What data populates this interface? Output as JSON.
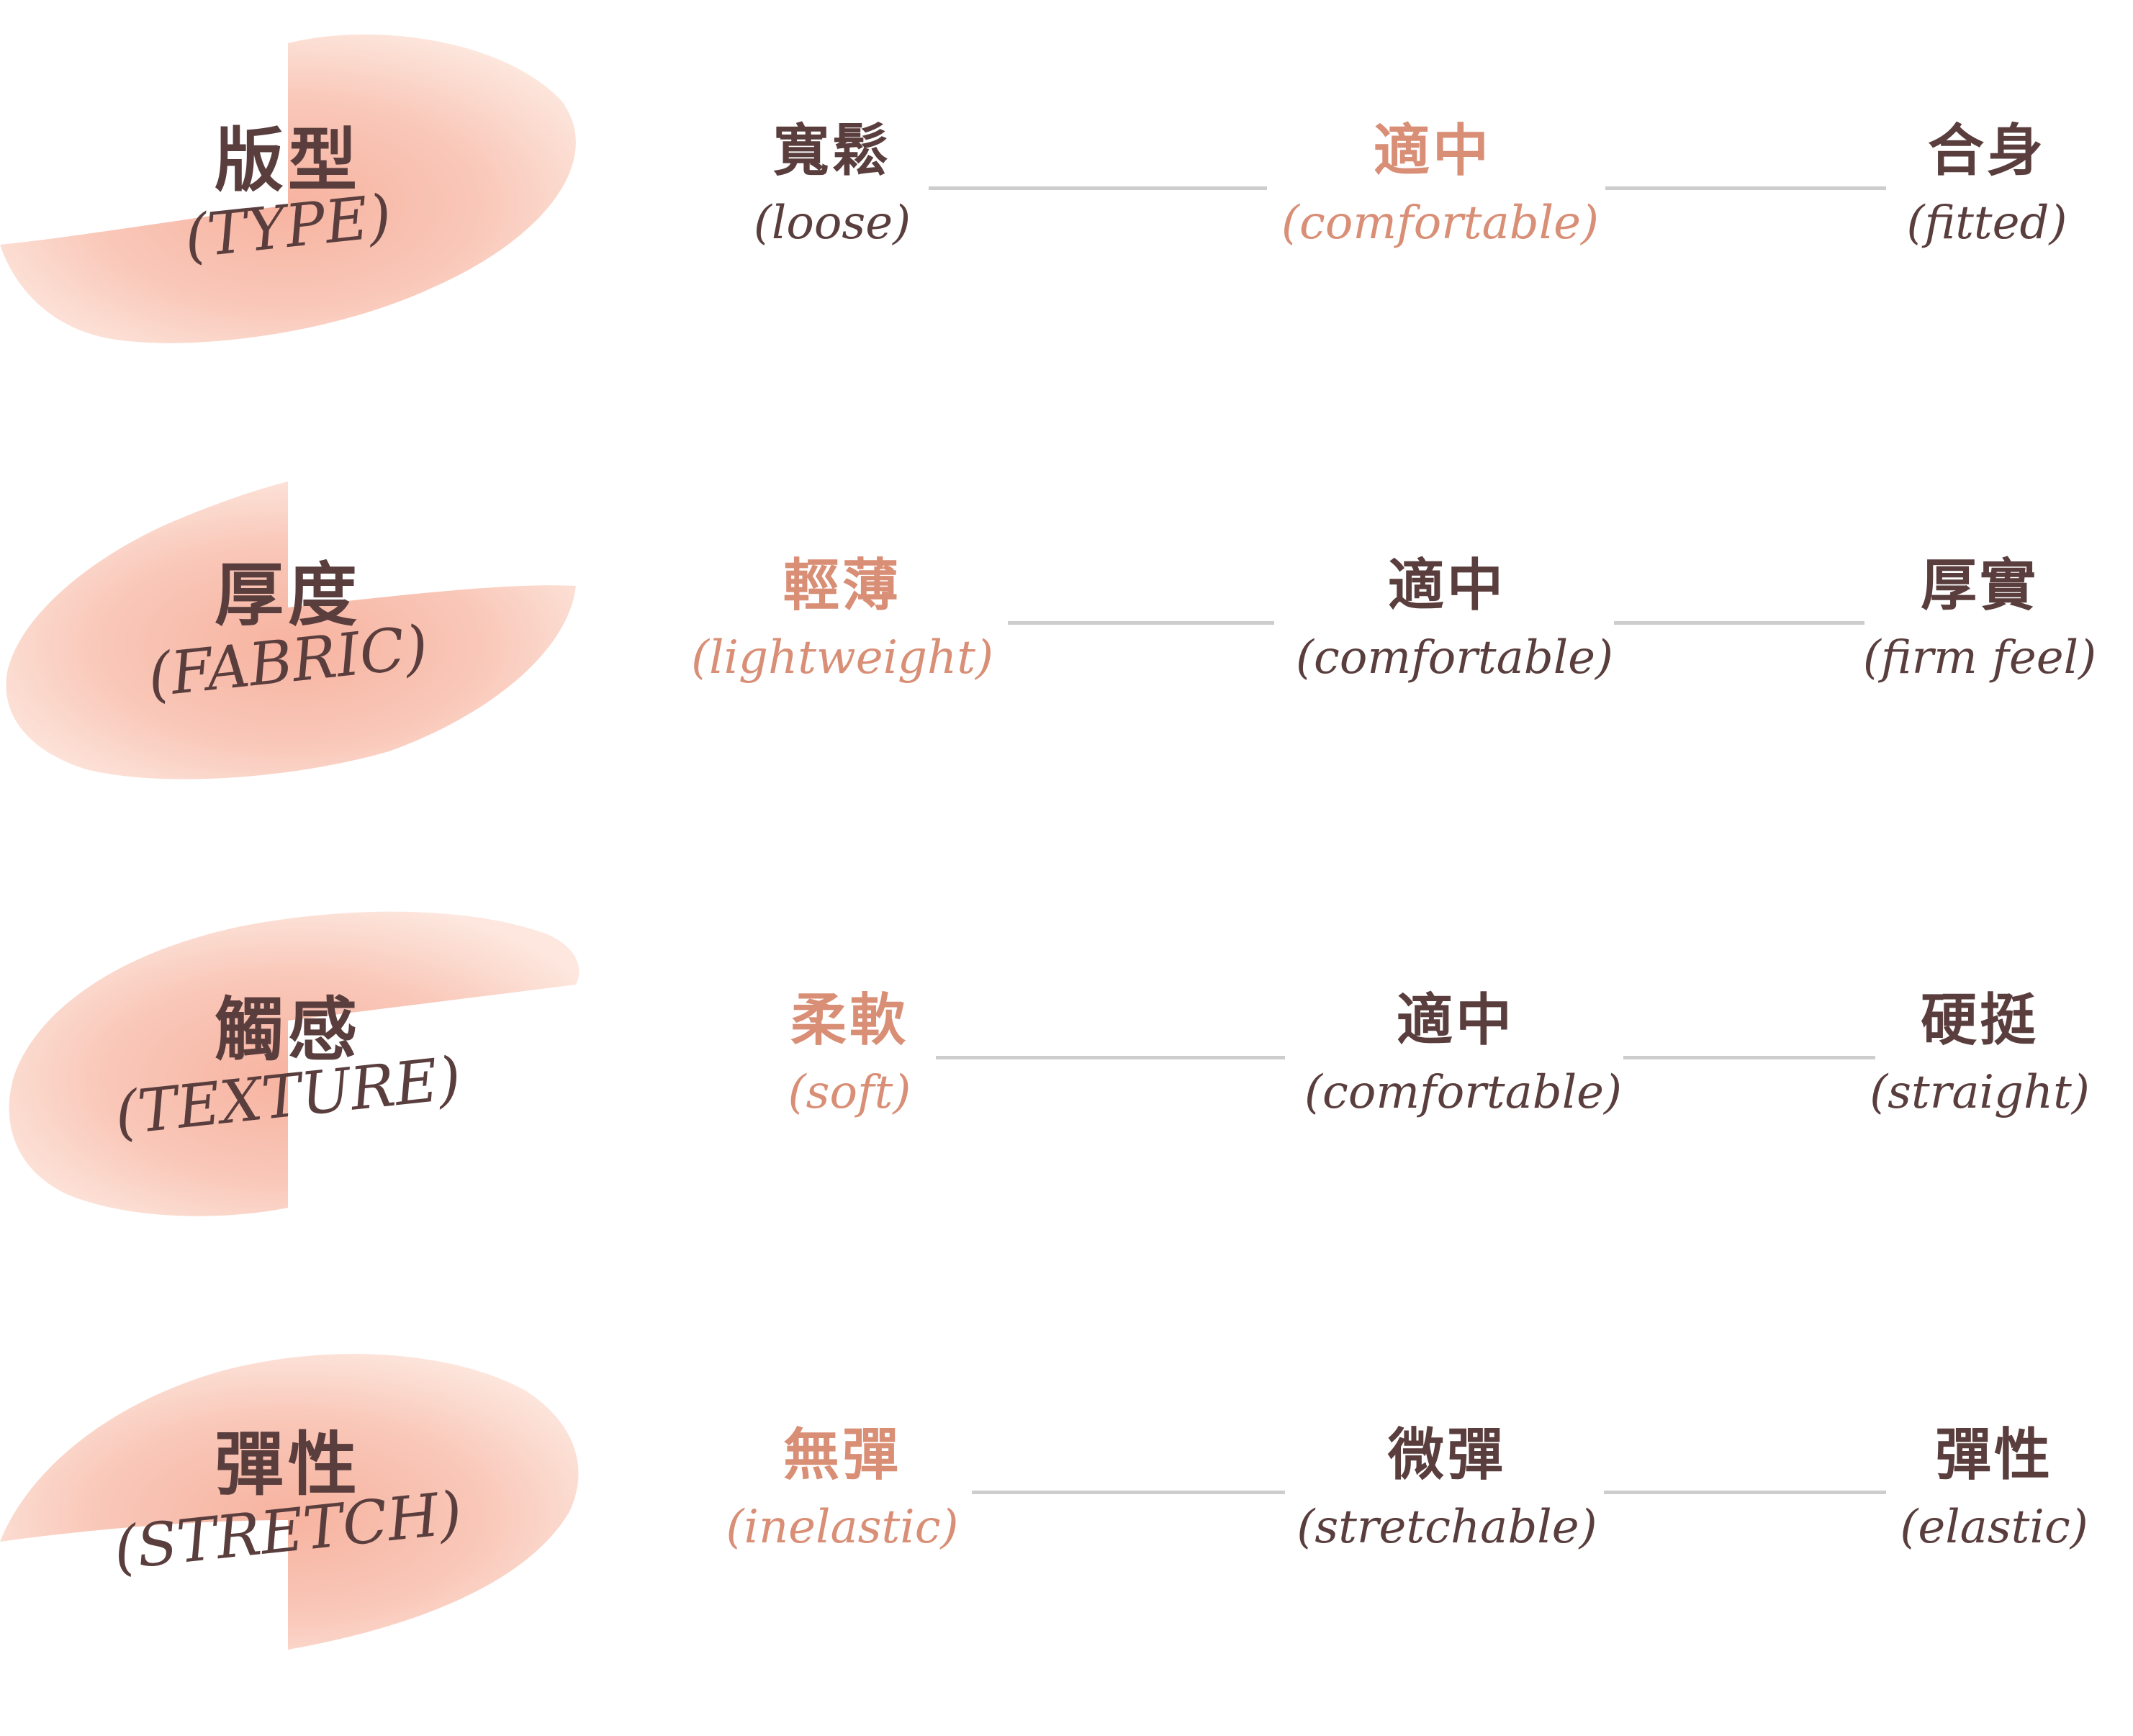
{
  "colors": {
    "text": "#5a3e3e",
    "accent": "#d98e76",
    "blob": "#f7b9a6",
    "line": "#cdcdcd"
  },
  "rows": [
    {
      "label": {
        "zh": "版型",
        "en": "(TYPE)"
      },
      "options": [
        {
          "zh": "寬鬆",
          "en": "(loose)"
        },
        {
          "zh": "適中",
          "en": "(comfortable)",
          "highlight": true
        },
        {
          "zh": "合身",
          "en": "(fitted)"
        }
      ]
    },
    {
      "label": {
        "zh": "厚度",
        "en": "(FABRIC)"
      },
      "options": [
        {
          "zh": "輕薄",
          "en": "(lightweight)",
          "highlight": true
        },
        {
          "zh": "適中",
          "en": "(comfortable)"
        },
        {
          "zh": "厚實",
          "en": "(firm feel)"
        }
      ]
    },
    {
      "label": {
        "zh": "觸感",
        "en": "(TEXTURE)"
      },
      "options": [
        {
          "zh": "柔軟",
          "en": "(soft)",
          "highlight": true
        },
        {
          "zh": "適中",
          "en": "(comfortable)"
        },
        {
          "zh": "硬挺",
          "en": "(straight)"
        }
      ]
    },
    {
      "label": {
        "zh": "彈性",
        "en": "(STRETCH)"
      },
      "options": [
        {
          "zh": "無彈",
          "en": "(inelastic)",
          "highlight": true
        },
        {
          "zh": "微彈",
          "en": "(stretchable)"
        },
        {
          "zh": "彈性",
          "en": "(elastic)"
        }
      ]
    }
  ]
}
